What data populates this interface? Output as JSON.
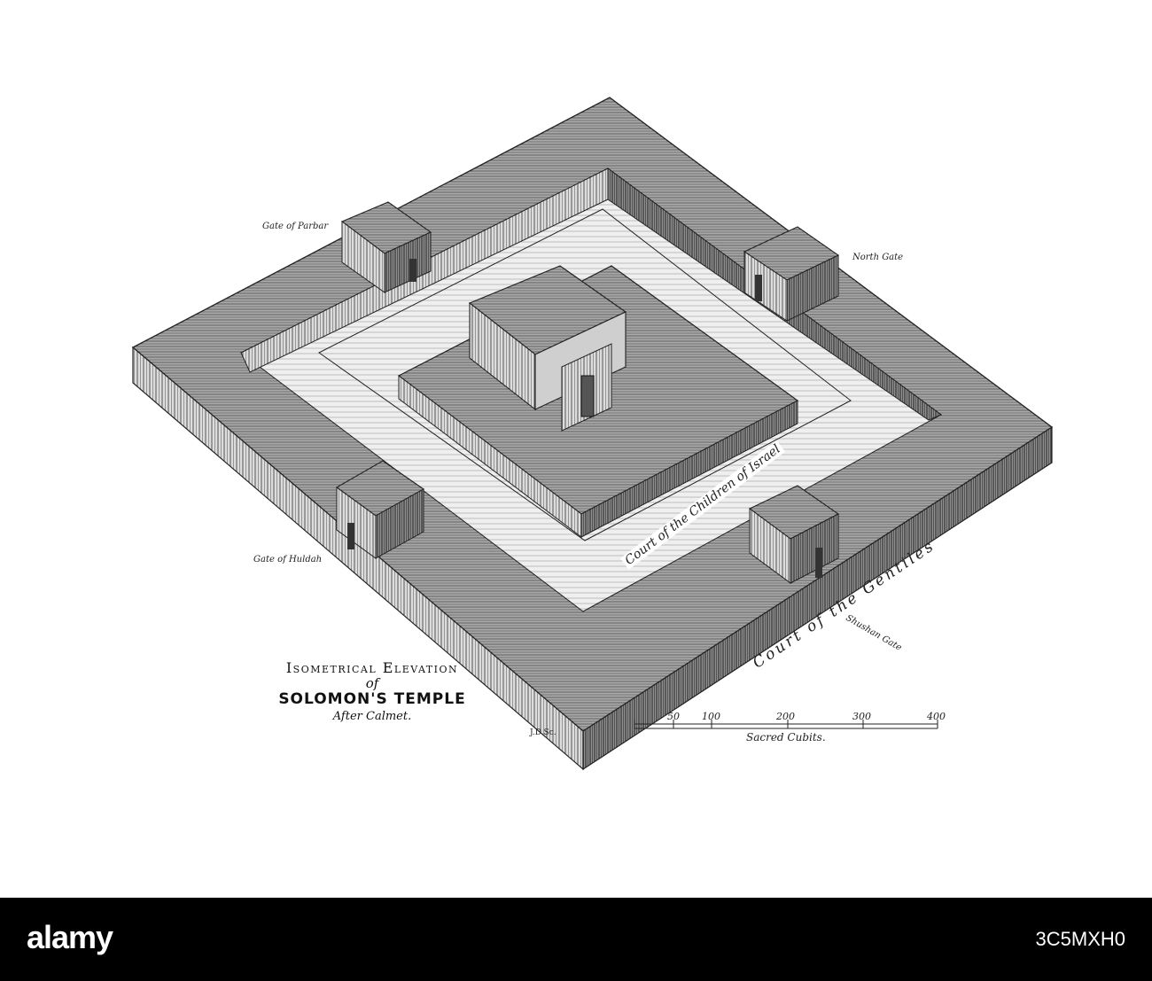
{
  "labels": {
    "gate_parbar": "Gate of Parbar",
    "north_gate": "North Gate",
    "gate_huldah": "Gate of Huldah",
    "shushan_gate": "Shushan Gate",
    "court_israel": "Court of the Children of Israel",
    "court_gentiles": "Court of the Gentiles"
  },
  "title": {
    "line1": "Isometrical Elevation",
    "line2": "of",
    "line3": "SOLOMON'S TEMPLE",
    "line4": "After Calmet."
  },
  "engraver": "J.D.Sc.",
  "scale": {
    "ticks": [
      "50",
      "100",
      "200",
      "300",
      "400"
    ],
    "unit": "Sacred Cubits."
  },
  "banner": {
    "logo": "alamy",
    "image_code": "3C5MXH0"
  },
  "colors": {
    "ink": "#222222",
    "wall_light": "#d6d6d6",
    "wall_dark": "#9a9a9a",
    "banner": "#000000"
  }
}
